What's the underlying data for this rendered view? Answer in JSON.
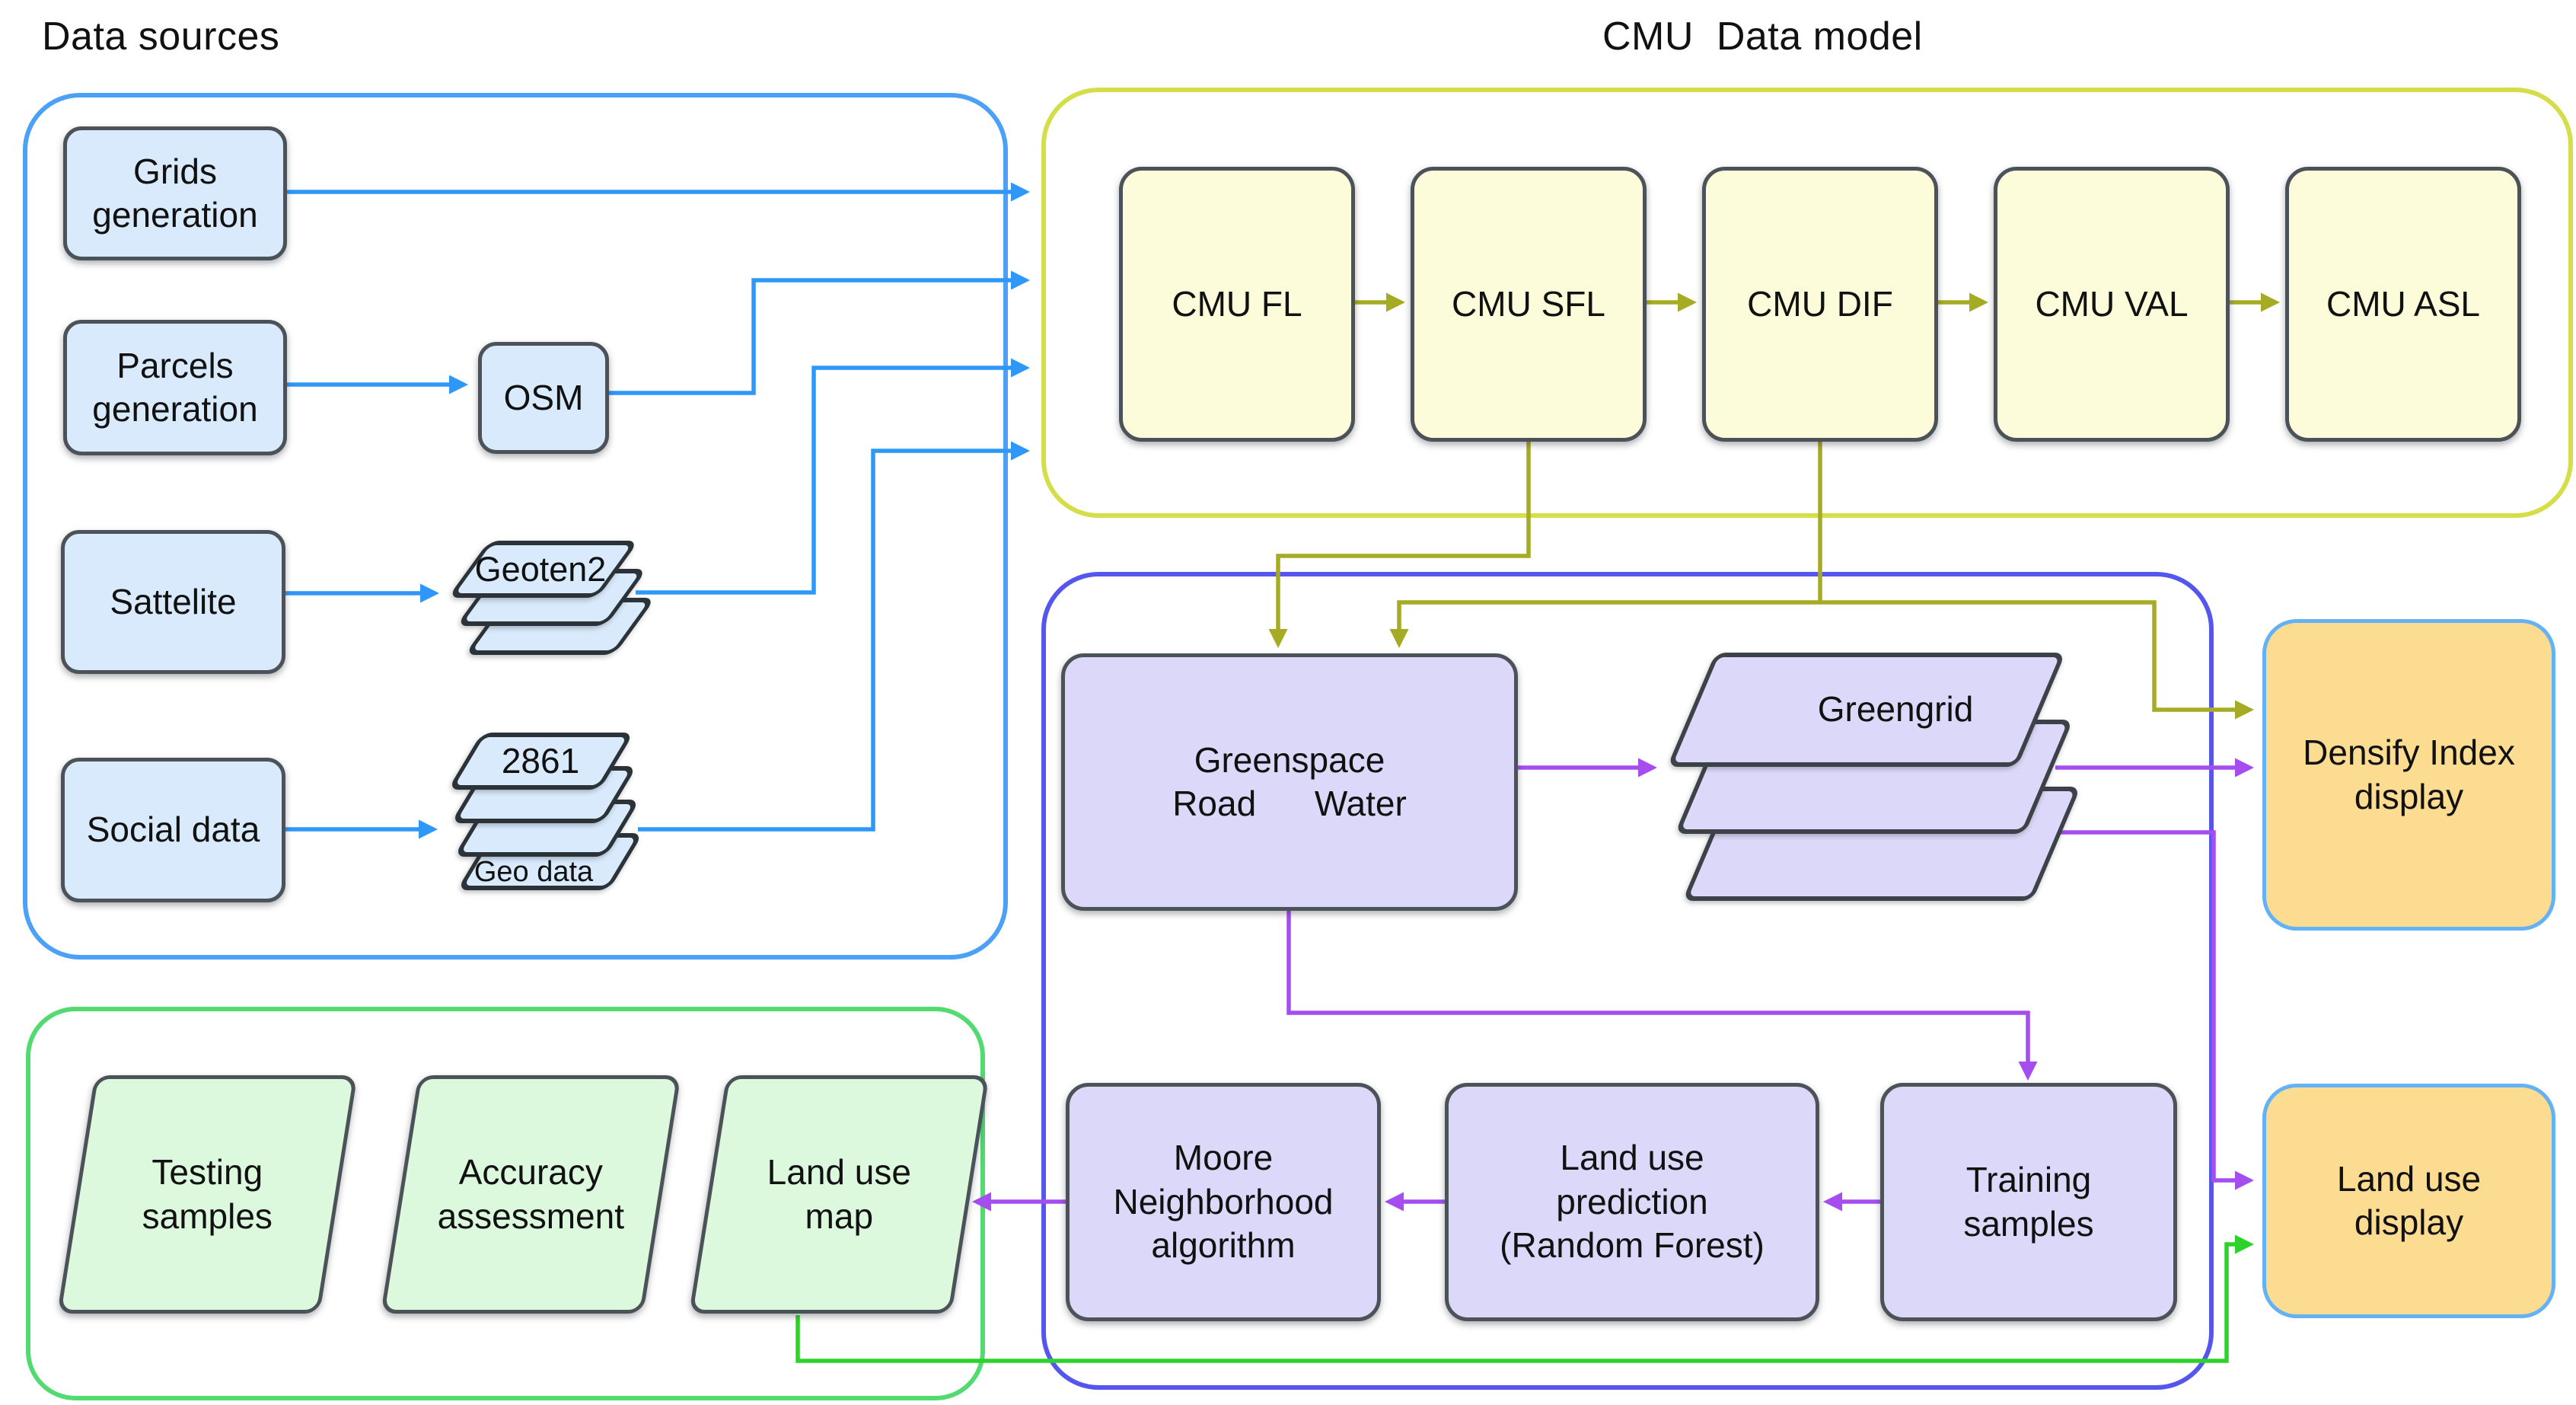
{
  "titles": {
    "data_sources": "Data sources",
    "cmu_model": "CMU  Data model"
  },
  "colors": {
    "container_blue": "#4ba0f8",
    "container_yellow": "#d5dd48",
    "container_indigo": "#5456ef",
    "container_green": "#53da71",
    "fill_blue": "#d8eafc",
    "fill_yellow": "#fcfcdb",
    "fill_lavender": "#dcd8f9",
    "fill_orange": "#fbdc90",
    "fill_green": "#dcf9de",
    "border_dark": "#4b5258",
    "border_orange": "#62b2f5",
    "arrow_blue": "#2f97f7",
    "arrow_olive": "#a6ab24",
    "arrow_violet": "#a64df0",
    "arrow_green": "#2dd22d",
    "text": "#111111"
  },
  "sources": {
    "grids": "Grids\ngeneration",
    "parcels": "Parcels\ngeneration",
    "osm": "OSM",
    "sattelite": "Sattelite",
    "geoten2": "Geoten2",
    "social": "Social data",
    "stack_top": "2861",
    "stack_bottom": "Geo data"
  },
  "cmu": {
    "stages": [
      "CMU FL",
      "CMU SFL",
      "CMU DIF",
      "CMU VAL",
      "CMU ASL"
    ]
  },
  "processing": {
    "greenspace": "Greenspace\nRoad      Water",
    "greengrid": "Greengrid",
    "training": "Training\nsamples",
    "prediction": "Land use\nprediction\n(Random Forest)",
    "moore": "Moore\nNeighborhood\nalgorithm"
  },
  "outputs": {
    "densify": "Densify Index\ndisplay",
    "land_use": "Land use\ndisplay"
  },
  "evaluation": {
    "testing": "Testing\nsamples",
    "accuracy": "Accuracy\nassessment",
    "land_use_map": "Land use\nmap"
  }
}
